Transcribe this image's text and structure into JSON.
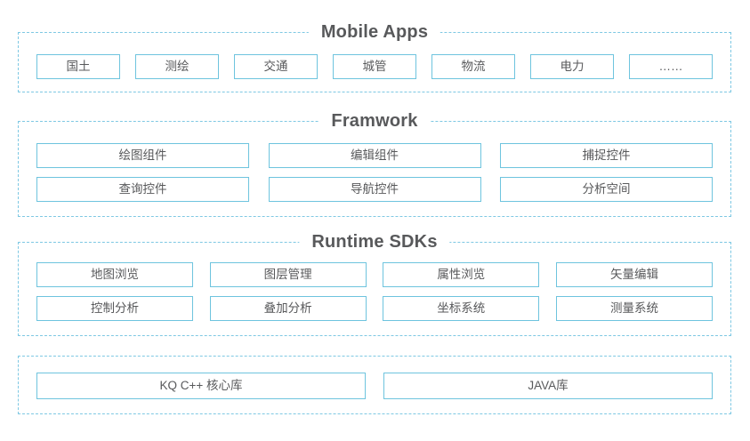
{
  "diagram": {
    "background": "#ffffff",
    "accent_border": "#6ec4de",
    "dashed_border": "#7ec8e3",
    "text_color": "#58595b"
  },
  "sections": [
    {
      "id": "mobile-apps",
      "title": "Mobile Apps",
      "has_title": true,
      "rows": [
        [
          "国土",
          "测绘",
          "交通",
          "城管",
          "物流",
          "电力",
          "……"
        ]
      ]
    },
    {
      "id": "framwork",
      "title": "Framwork",
      "has_title": true,
      "rows": [
        [
          "绘图组件",
          "编辑组件",
          "捕捉控件"
        ],
        [
          "查询控件",
          "导航控件",
          "分析空间"
        ]
      ]
    },
    {
      "id": "runtime-sdks",
      "title": "Runtime SDKs",
      "has_title": true,
      "rows": [
        [
          "地图浏览",
          "图层管理",
          "属性浏览",
          "矢量编辑"
        ],
        [
          "控制分析",
          "叠加分析",
          "坐标系统",
          "测量系统"
        ]
      ]
    },
    {
      "id": "core-libraries",
      "title": "",
      "has_title": false,
      "rows": [
        [
          "KQ C++ 核心库",
          "JAVA库"
        ]
      ]
    }
  ]
}
